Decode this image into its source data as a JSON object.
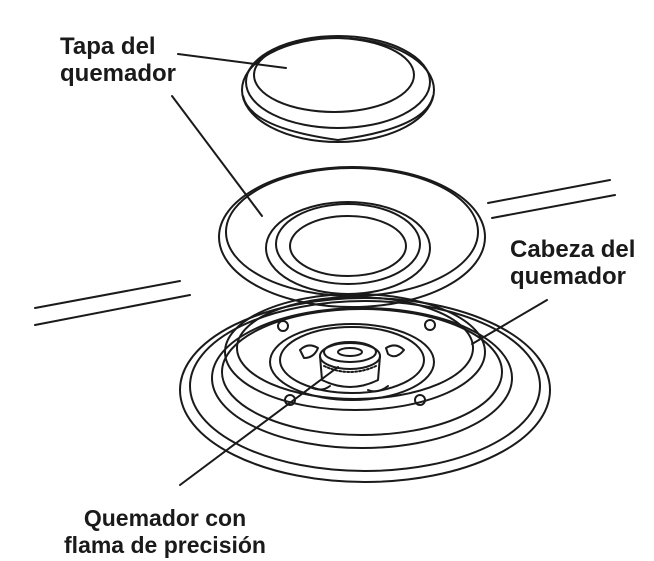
{
  "labels": {
    "burner_cap": {
      "line1": "Tapa del",
      "line2": "quemador"
    },
    "burner_head": {
      "line1": "Cabeza del",
      "line2": "quemador"
    },
    "precision_burner": {
      "line1": "Quemador con",
      "line2": "flama de precisión"
    }
  },
  "colors": {
    "ink": "#1a1a1a",
    "background": "#ffffff"
  }
}
